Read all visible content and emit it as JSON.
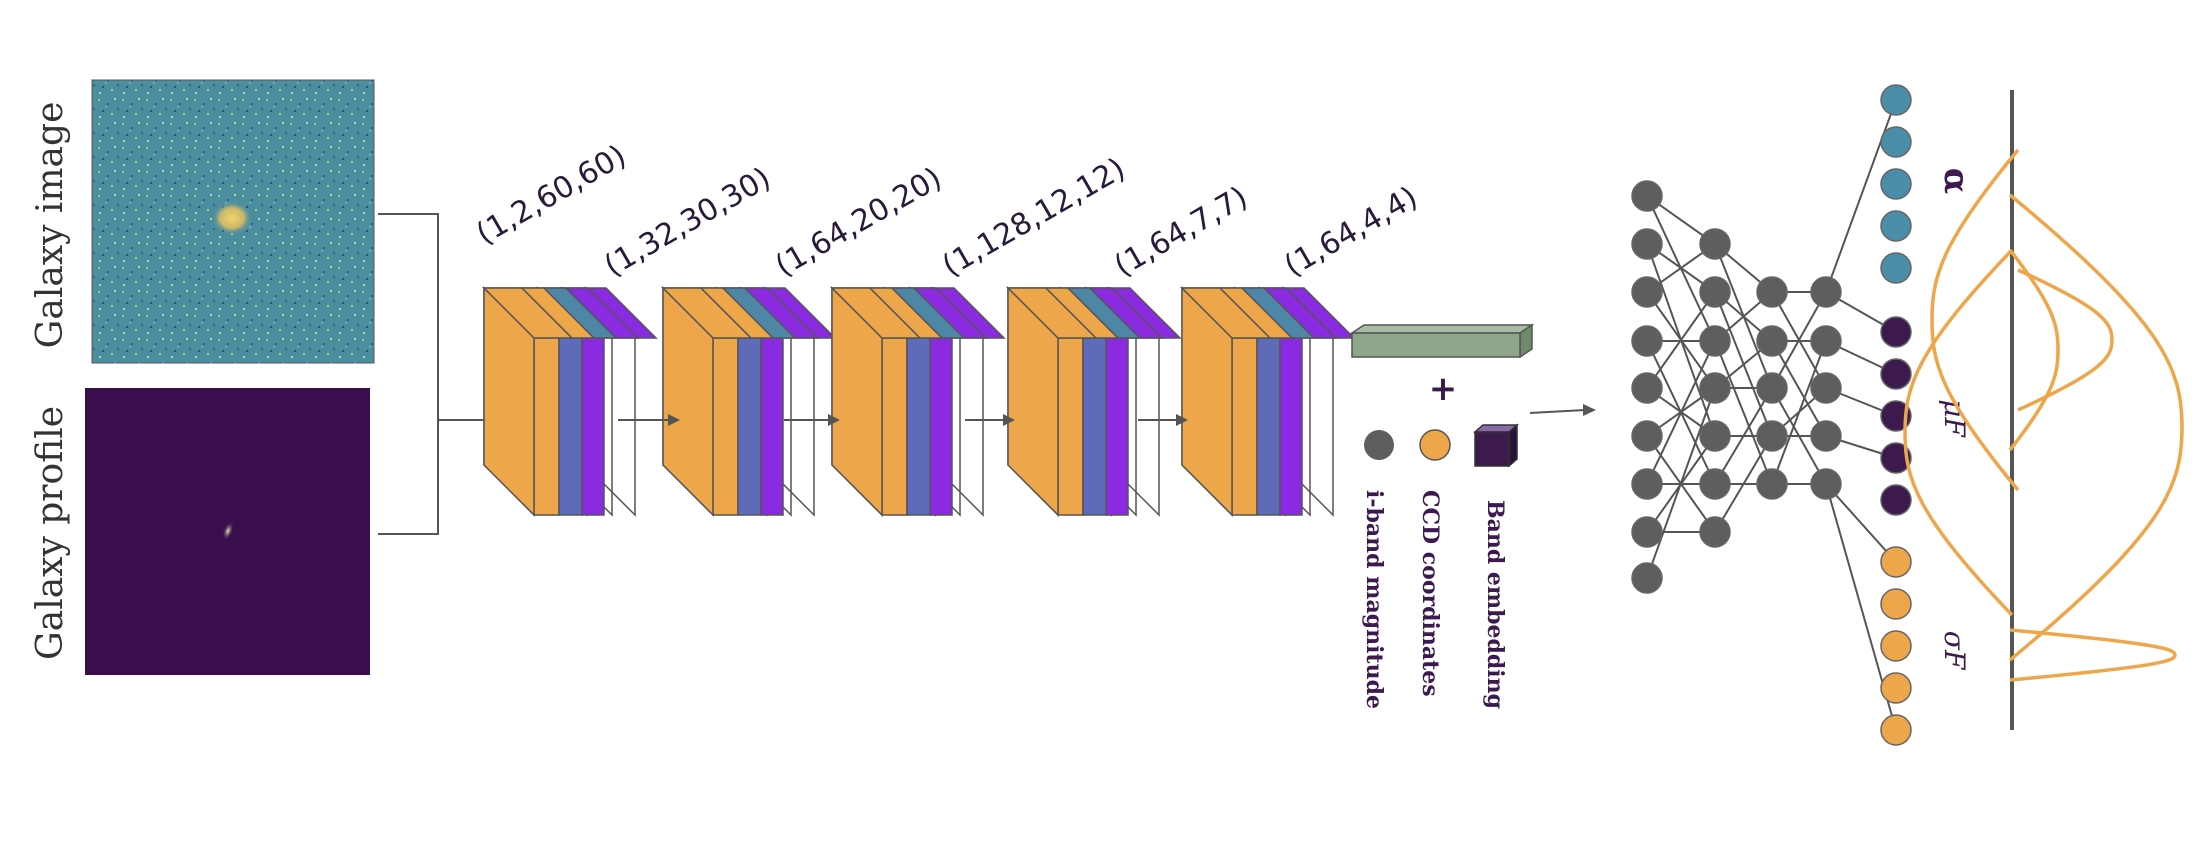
{
  "inputs": {
    "image_label": "Galaxy image",
    "profile_label": "Galaxy profile"
  },
  "layers": [
    {
      "shape": "(1,2,60,60)"
    },
    {
      "shape": "(1,32,30,30)"
    },
    {
      "shape": "(1,64,20,20)"
    },
    {
      "shape": "(1,128,12,12)"
    },
    {
      "shape": "(1,64,7,7)"
    },
    {
      "shape": "(1,64,4,4)"
    }
  ],
  "extras": {
    "plus": "+",
    "items": [
      {
        "label": "i-band magnitude",
        "icon": "gray-circle-icon"
      },
      {
        "label": "CCD coordinates",
        "icon": "orange-circle-icon"
      },
      {
        "label": "Band embedding",
        "icon": "purple-cube-icon"
      }
    ]
  },
  "outputs": {
    "alpha_label": "α",
    "mu_label": "μF",
    "sigma_label": "σF"
  },
  "colors": {
    "orange": "#EDA64A",
    "steel_blue": "#4D86A6",
    "slate_blue": "#5D6BB8",
    "violet": "#8A2BE2",
    "gray_node": "#5E5E5E",
    "teal_node": "#4A8DA8",
    "dark_purple_node": "#3C1A4E",
    "galaxy_image_bg": "#4B8E9F",
    "galaxy_profile_bg": "#3A0E4C",
    "embedding_bar": "#8EA58A",
    "curve": "#EDA64A"
  }
}
